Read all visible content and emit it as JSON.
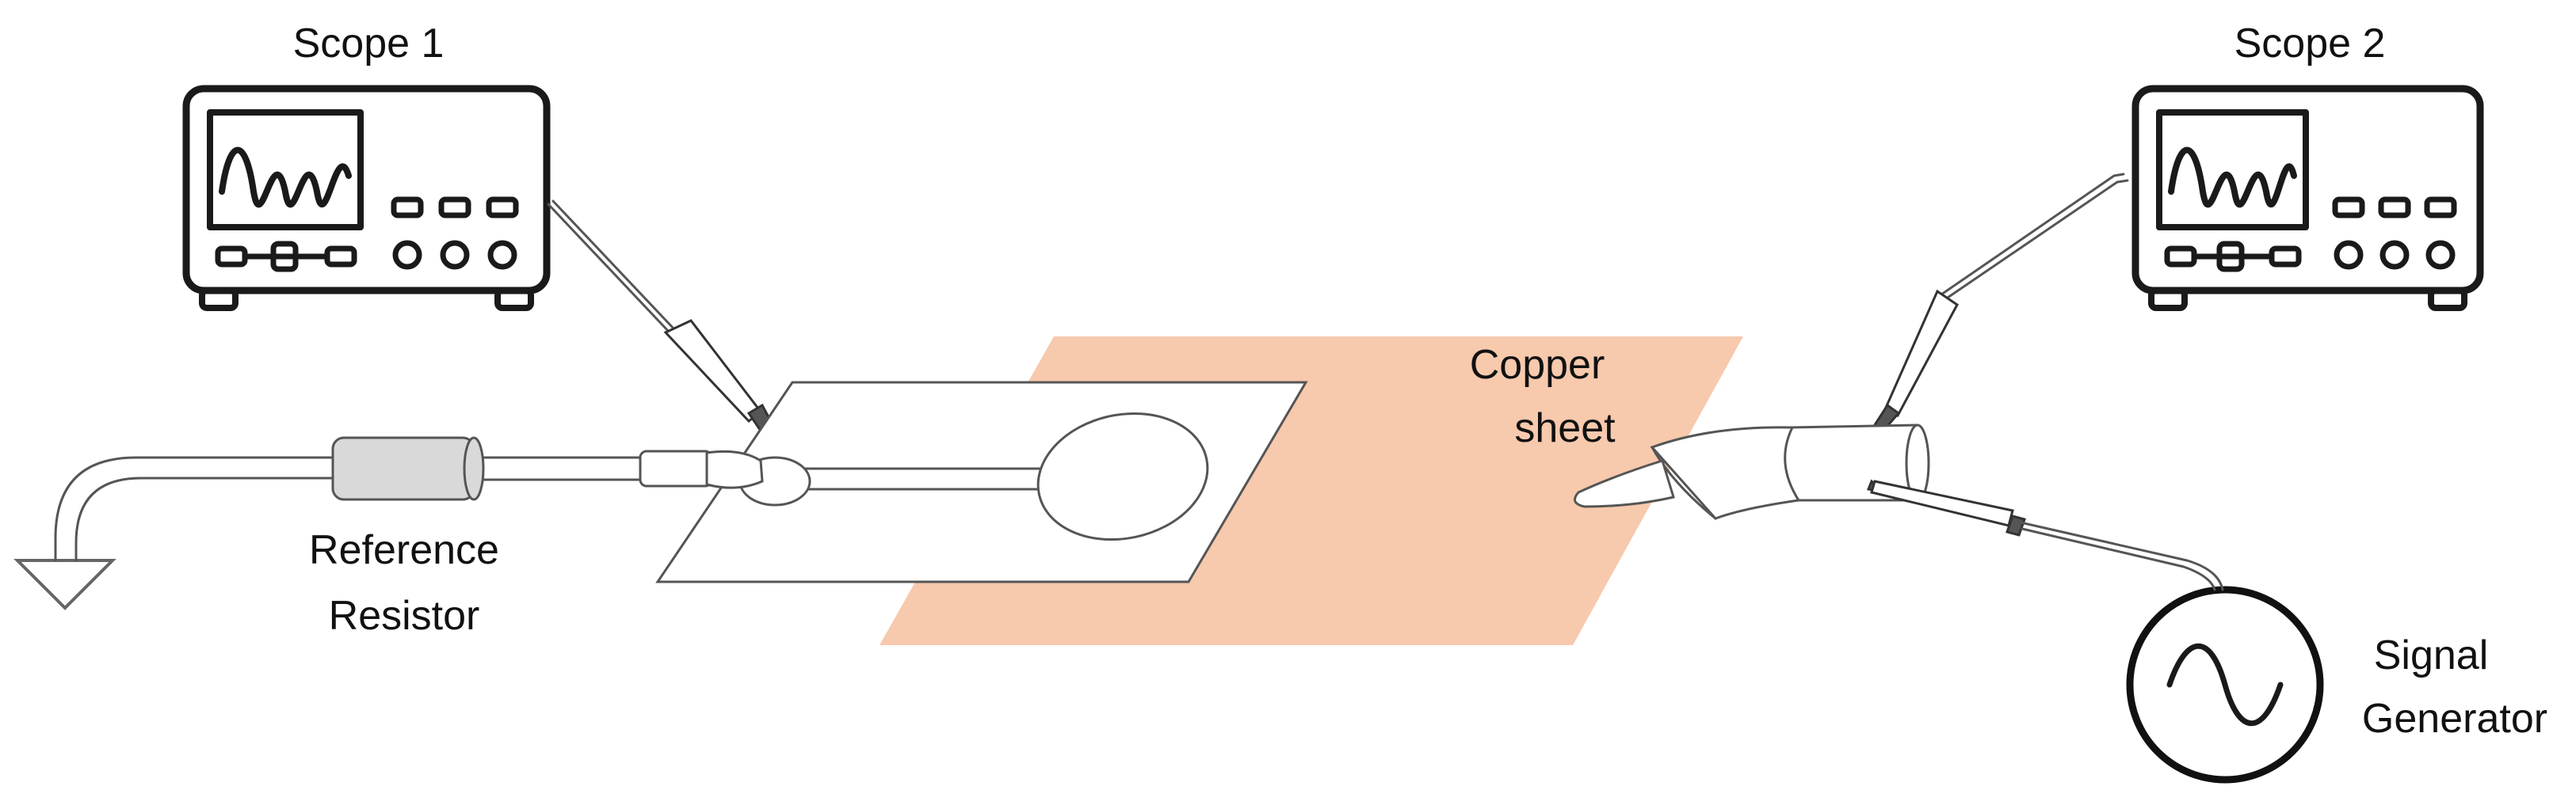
{
  "labels": {
    "scope1": "Scope 1",
    "scope2": "Scope 2",
    "copper_line1": "Copper",
    "copper_line2": "sheet",
    "reference_line1": "Reference",
    "reference_line2": "Resistor",
    "signal_line1": "Signal",
    "signal_line2": "Generator"
  },
  "colors": {
    "copper_sheet": "#f7c9ad",
    "resistor_body": "#d9d9d9",
    "outline": "#1a1a1a"
  },
  "icons": [
    "oscilloscope-icon",
    "oscilloscope-icon",
    "ground-symbol-icon",
    "sine-wave-source-icon",
    "probe-icon"
  ]
}
